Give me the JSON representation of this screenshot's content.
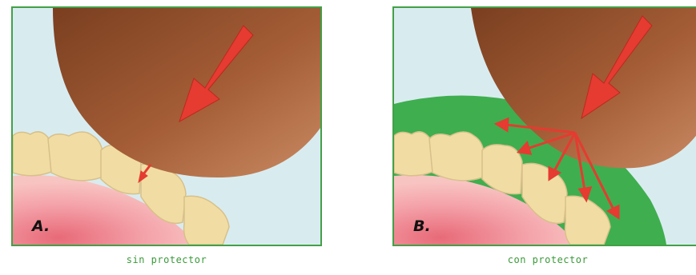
{
  "panels": [
    {
      "letter": "A.",
      "caption": "sin protector"
    },
    {
      "letter": "B.",
      "caption": "con protector"
    }
  ],
  "colors": {
    "border": "#43a047",
    "background": "#d8ecf0",
    "object": "#9a5531",
    "arrow": "#e53b30",
    "teeth": "#f1dda3",
    "gum": "#f4a3aa",
    "protector": "#3fae4f",
    "caption": "#3a9a3a"
  }
}
